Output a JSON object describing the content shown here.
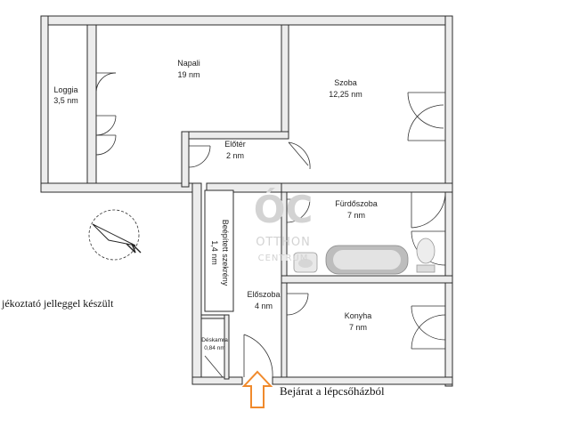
{
  "rooms": {
    "loggia": {
      "name": "Loggia",
      "area": "3,5 nm"
    },
    "napali": {
      "name": "Napali",
      "area": "19 nm"
    },
    "szoba": {
      "name": "Szoba",
      "area": "12,25 nm"
    },
    "eloter": {
      "name": "Előtér",
      "area": "2 nm"
    },
    "furdoszoba": {
      "name": "Fürdőszoba",
      "area": "7 nm"
    },
    "beepitett": {
      "name": "Beépített szekrény",
      "area": "1,4 nm"
    },
    "eloszoba": {
      "name": "Előszoba",
      "area": "4 nm"
    },
    "konyha": {
      "name": "Konyha",
      "area": "7 nm"
    },
    "deskamra": {
      "name": "Déskamra",
      "area": "0,84 nm"
    }
  },
  "notes": {
    "disclaimer": "jékoztató jelleggel készült",
    "entrance": "Bejárat a lépcsőházból"
  },
  "watermark": {
    "monogram": "ÓC",
    "line1": "OTTHON",
    "line2": "CENTRUM"
  },
  "icons": {
    "compass": "north-arrow-icon",
    "entrance_arrow": "up-arrow-icon",
    "bathtub": "bathtub-icon",
    "sink": "sink-icon",
    "toilet": "toilet-icon"
  },
  "colors": {
    "wall_fill": "#ececec",
    "wall_stroke": "#2b2b2b",
    "entrance_arrow": "#f08a2c",
    "watermark": "#d3d3d3"
  }
}
